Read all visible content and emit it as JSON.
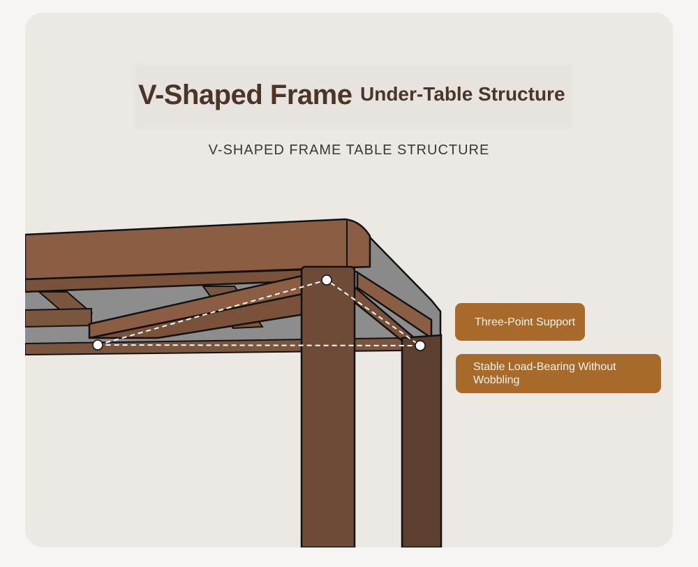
{
  "heading": {
    "title": "V-Shaped Frame",
    "subtitle": "Under-Table Structure"
  },
  "caption": "V-SHAPED FRAME TABLE STRUCTURE",
  "callouts": [
    {
      "text": "Three-Point Support"
    },
    {
      "text": "Stable Load-Bearing Without Wobbling"
    }
  ],
  "colors": {
    "background": "#ece9e5",
    "wood": "#8b5e43",
    "wood_dark": "#5f3f2c",
    "title_text": "#4b3527",
    "label_background": "#a86a2b",
    "label_text": "#fbf4ec",
    "outline": "#111111"
  },
  "icons": {
    "support_point": "support-point-icon",
    "triangle": "support-triangle-icon"
  }
}
